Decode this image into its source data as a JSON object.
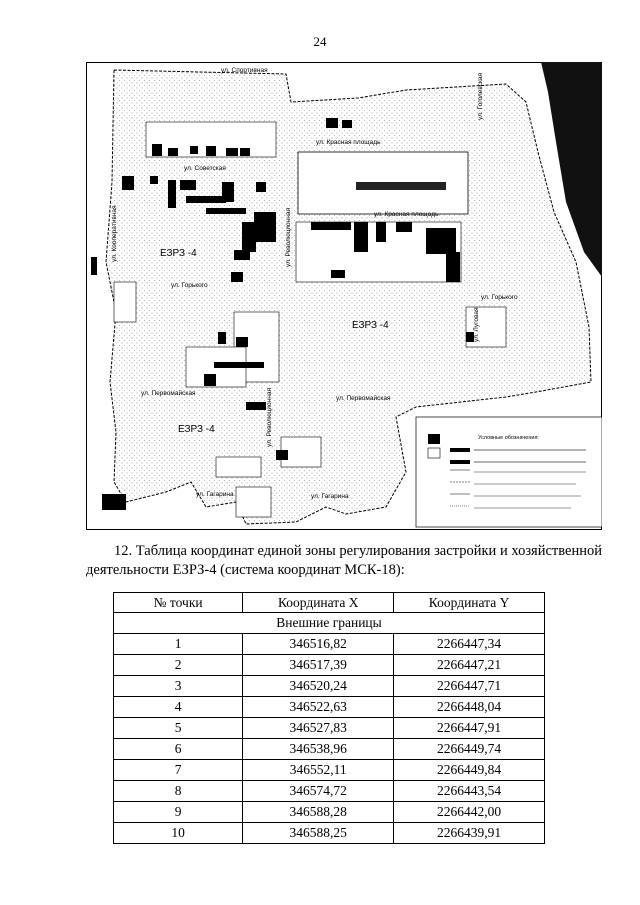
{
  "page_number": "24",
  "map": {
    "zone_labels": [
      "ЕЗРЗ -4",
      "ЕЗРЗ -4",
      "ЕЗРЗ -4"
    ],
    "street_labels": [
      "ул. Спортивная",
      "ул. Красная площадь",
      "ул. Советская",
      "ул. Красная площадь",
      "ул. Гоголевская",
      "ул. Горького",
      "ул. Горького",
      "ул. Первомайская",
      "ул. Первомайская",
      "ул. Гагарина",
      "ул. Гагарина",
      "ул. Кооперативная",
      "ул. Революционная",
      "ул. Революционная",
      "ул. Луговая"
    ],
    "legend_title": "Условные обозначения:"
  },
  "caption": {
    "text": "12. Таблица координат единой зоны регулирования застройки и хозяйственной деятельности ЕЗРЗ-4 (система координат МСК-18):"
  },
  "table": {
    "headers": [
      "№ точки",
      "Координата X",
      "Координата Y"
    ],
    "section": "Внешние границы",
    "rows": [
      [
        "1",
        "346516,82",
        "2266447,34"
      ],
      [
        "2",
        "346517,39",
        "2266447,21"
      ],
      [
        "3",
        "346520,24",
        "2266447,71"
      ],
      [
        "4",
        "346522,63",
        "2266448,04"
      ],
      [
        "5",
        "346527,83",
        "2266447,91"
      ],
      [
        "6",
        "346538,96",
        "2266449,74"
      ],
      [
        "7",
        "346552,11",
        "2266449,84"
      ],
      [
        "8",
        "346574,72",
        "2266443,54"
      ],
      [
        "9",
        "346588,28",
        "2266442,00"
      ],
      [
        "10",
        "346588,25",
        "2266439,91"
      ]
    ]
  }
}
